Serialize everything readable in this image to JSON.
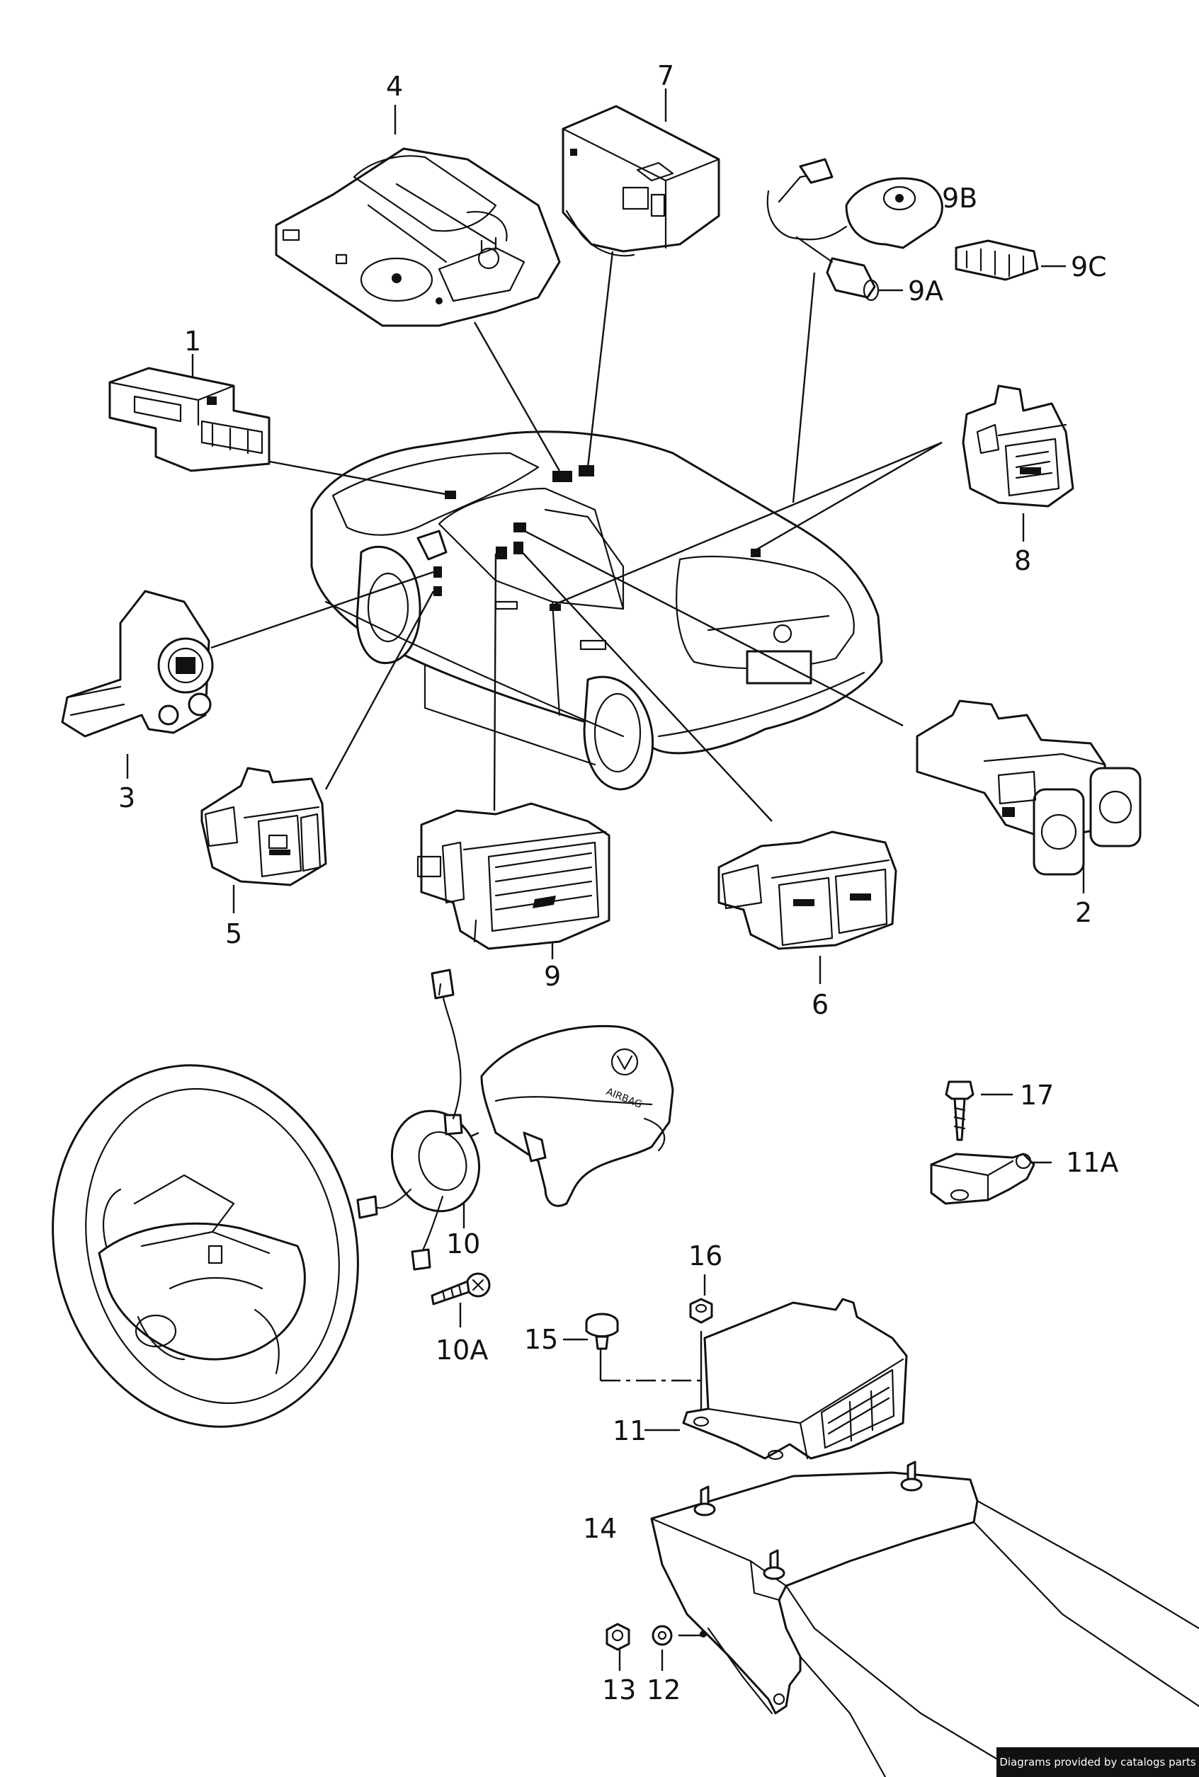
{
  "diagram": {
    "labels": {
      "l1": "1",
      "l2": "2",
      "l3": "3",
      "l4": "4",
      "l5": "5",
      "l6": "6",
      "l7": "7",
      "l8": "8",
      "l9": "9",
      "l9a": "9A",
      "l9b": "9B",
      "l9c": "9C",
      "l10": "10",
      "l10a": "10A",
      "l11": "11",
      "l11a": "11A",
      "l12": "12",
      "l13": "13",
      "l14": "14",
      "l15": "15",
      "l16": "16",
      "l17": "17"
    },
    "airbag_text": "AIRBAG"
  },
  "footer": {
    "credit": "Diagrams provided by catalogs parts"
  }
}
